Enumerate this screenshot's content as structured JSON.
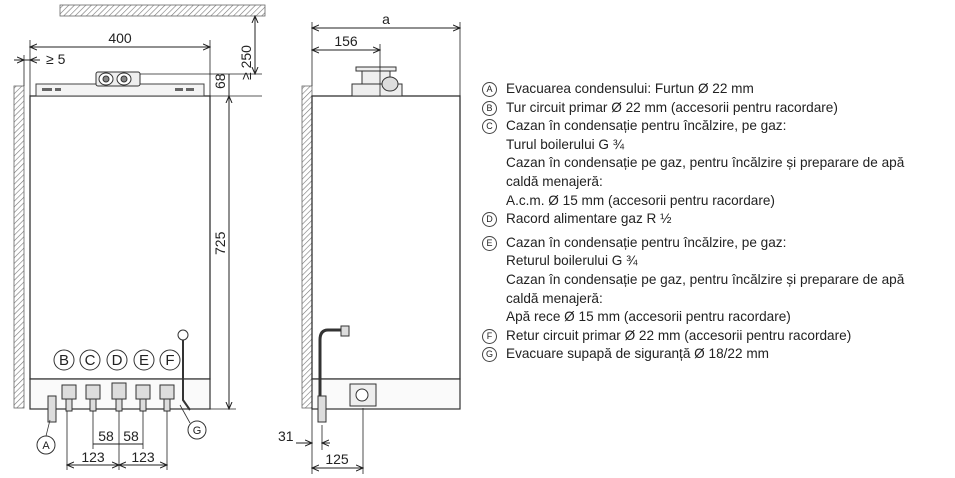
{
  "dimensions": {
    "width_400": "400",
    "min_5": "≥ 5",
    "min_250": "≥ 250",
    "height_68": "68",
    "height_725": "725",
    "spacing_58a": "58",
    "spacing_58b": "58",
    "spacing_123a": "123",
    "spacing_123b": "123",
    "side_a": "a",
    "side_156": "156",
    "side_31": "31",
    "side_125": "125"
  },
  "callouts": {
    "a": "A",
    "b": "B",
    "c": "C",
    "d": "D",
    "e": "E",
    "f": "F",
    "g": "G"
  },
  "legend": [
    {
      "badge": "A",
      "lines": [
        "Evacuarea condensului: Furtun Ø 22 mm"
      ]
    },
    {
      "badge": "B",
      "lines": [
        "Tur circuit primar Ø 22 mm (accesorii pentru racordare)"
      ]
    },
    {
      "badge": "C",
      "lines": [
        "Cazan în condensație pentru încălzire, pe gaz:",
        "Turul boilerului G  ¾",
        "Cazan în condensație pe gaz, pentru încălzire și preparare de apă",
        "caldă menajeră:",
        "A.c.m. Ø 15 mm (accesorii pentru racordare)"
      ]
    },
    {
      "badge": "D",
      "lines": [
        "Racord alimentare gaz R ½"
      ]
    },
    {
      "badge": "E",
      "lines": [
        "Cazan în condensație pentru încălzire, pe gaz:",
        "Returul boilerului G  ¾",
        "Cazan în condensație pe gaz, pentru încălzire și preparare de apă",
        "caldă menajeră:",
        "Apă rece Ø 15 mm (accesorii pentru racordare)"
      ]
    },
    {
      "badge": "F",
      "lines": [
        "Retur circuit primar Ø 22 mm (accesorii pentru racordare)"
      ]
    },
    {
      "badge": "G",
      "lines": [
        "Evacuare supapă de siguranță Ø 18/22 mm"
      ]
    }
  ]
}
